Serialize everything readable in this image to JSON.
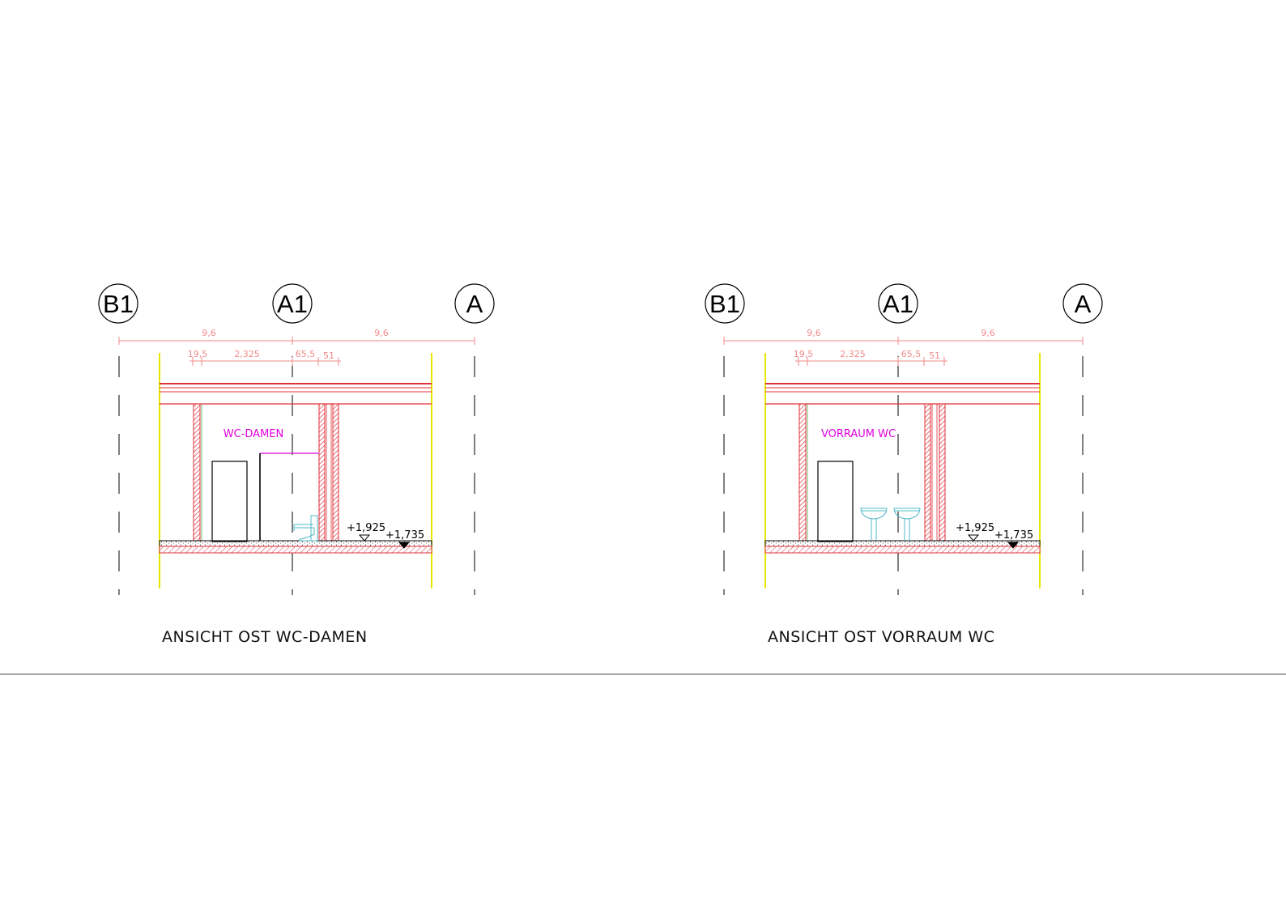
{
  "views": [
    {
      "id": "wc-damen",
      "title": "ANSICHT OST WC-DAMEN",
      "room_label": "WC-DAMEN",
      "fixtures": [
        "wc-toilet",
        "partition-cabin"
      ],
      "axes": [
        "B1",
        "A1",
        "A"
      ],
      "dims_top": [
        "9,6",
        "9,6"
      ],
      "dims_inner": [
        "19,5",
        "2,325",
        "65,5",
        "51"
      ],
      "levels": [
        "+1,925",
        "+1,735"
      ]
    },
    {
      "id": "vorraum-wc",
      "title": "ANSICHT OST VORRAUM WC",
      "room_label": "VORRAUM WC",
      "fixtures": [
        "washbasin",
        "washbasin"
      ],
      "axes": [
        "B1",
        "A1",
        "A"
      ],
      "dims_top": [
        "9,6",
        "9,6"
      ],
      "dims_inner": [
        "19,5",
        "2,325",
        "65,5",
        "51"
      ],
      "levels": [
        "+1,925",
        "+1,735"
      ]
    }
  ],
  "colors": {
    "wall": "#e0303a",
    "yellow": "#e6e600",
    "magenta": "#e000e0",
    "dimension": "#f28a8a",
    "fixture": "#4fb8c8",
    "line": "#000000",
    "frame": "#444444"
  }
}
